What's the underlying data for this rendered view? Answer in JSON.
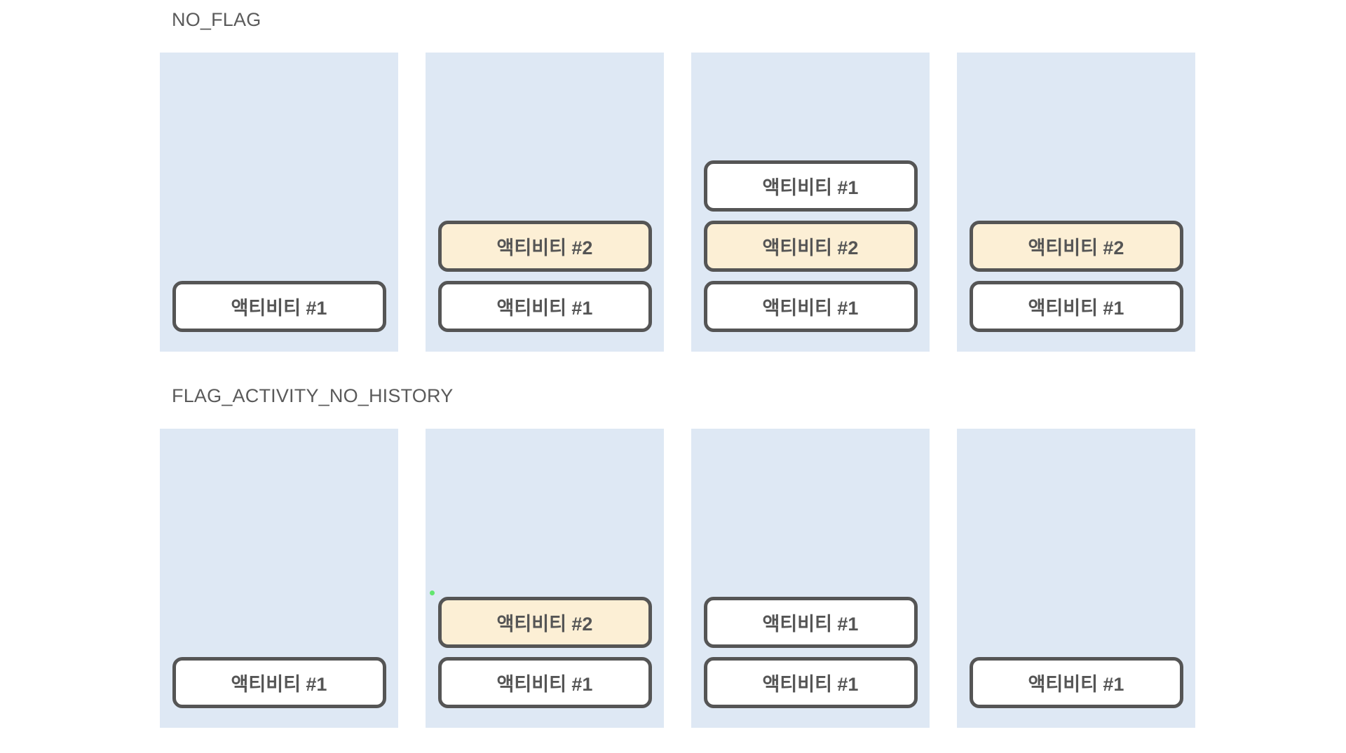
{
  "page": {
    "background_color": "#ffffff",
    "panel_color": "#dee8f4",
    "card_border_color": "#555555",
    "card_default_color": "#ffffff",
    "card_highlight_color": "#fcefd5",
    "label_color": "#5a5a5a"
  },
  "sections": [
    {
      "id": "no-flag",
      "label": "NO_FLAG",
      "panels": [
        {
          "id": "no-flag-step-1",
          "cards": [
            {
              "label": "액티비티 #1",
              "highlight": false
            }
          ]
        },
        {
          "id": "no-flag-step-2",
          "cards": [
            {
              "label": "액티비티 #1",
              "highlight": false
            },
            {
              "label": "액티비티 #2",
              "highlight": true
            }
          ]
        },
        {
          "id": "no-flag-step-3",
          "cards": [
            {
              "label": "액티비티 #1",
              "highlight": false
            },
            {
              "label": "액티비티 #2",
              "highlight": true
            },
            {
              "label": "액티비티 #1",
              "highlight": false
            }
          ]
        },
        {
          "id": "no-flag-step-4",
          "cards": [
            {
              "label": "액티비티 #1",
              "highlight": false
            },
            {
              "label": "액티비티 #2",
              "highlight": true
            }
          ]
        }
      ]
    },
    {
      "id": "flag-activity-no-history",
      "label": "FLAG_ACTIVITY_NO_HISTORY",
      "panels": [
        {
          "id": "no-history-step-1",
          "cards": [
            {
              "label": "액티비티 #1",
              "highlight": false
            }
          ]
        },
        {
          "id": "no-history-step-2",
          "cards": [
            {
              "label": "액티비티 #1",
              "highlight": false
            },
            {
              "label": "액티비티 #2",
              "highlight": true
            }
          ]
        },
        {
          "id": "no-history-step-3",
          "cards": [
            {
              "label": "액티비티 #1",
              "highlight": false
            },
            {
              "label": "액티비티 #1",
              "highlight": false
            }
          ]
        },
        {
          "id": "no-history-step-4",
          "cards": [
            {
              "label": "액티비티 #1",
              "highlight": false
            }
          ]
        }
      ]
    }
  ]
}
